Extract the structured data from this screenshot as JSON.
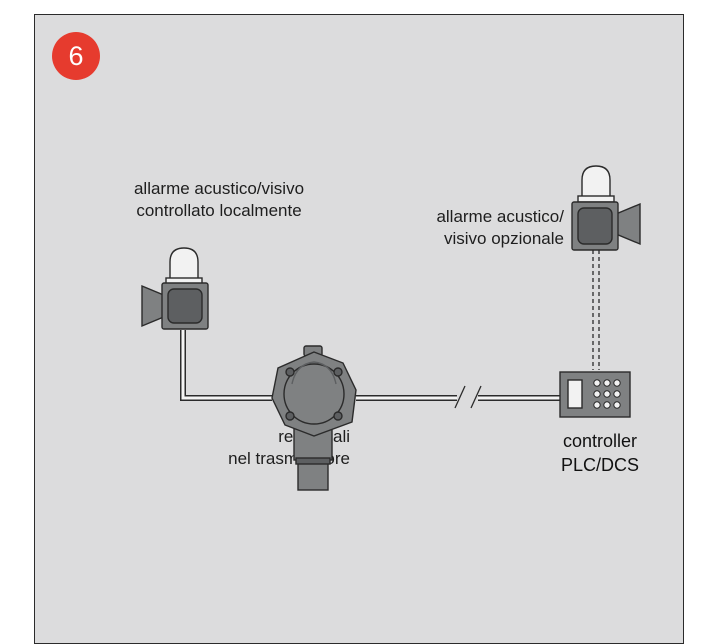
{
  "badge": {
    "number": "6",
    "color": "#e63b2e"
  },
  "labels": {
    "local_alarm": [
      "allarme acustico/visivo",
      "controllato localmente"
    ],
    "optional_alarm": [
      "allarme acustico/",
      "visivo opzionale"
    ],
    "relay": [
      "relè locali",
      "nel trasmettitore"
    ],
    "controller": [
      "controller",
      "PLC/DCS"
    ]
  },
  "colors": {
    "panel_bg": "#dcdcdd",
    "device_fill": "#7f8182",
    "device_dark": "#5d5f61",
    "beacon_fill": "#f2f2f2",
    "line": "#2b2b2b"
  },
  "icons": [
    "local-alarm-beacon-icon",
    "optional-alarm-beacon-icon",
    "gas-transmitter-icon",
    "controller-keypad-icon",
    "line-break-icon"
  ]
}
